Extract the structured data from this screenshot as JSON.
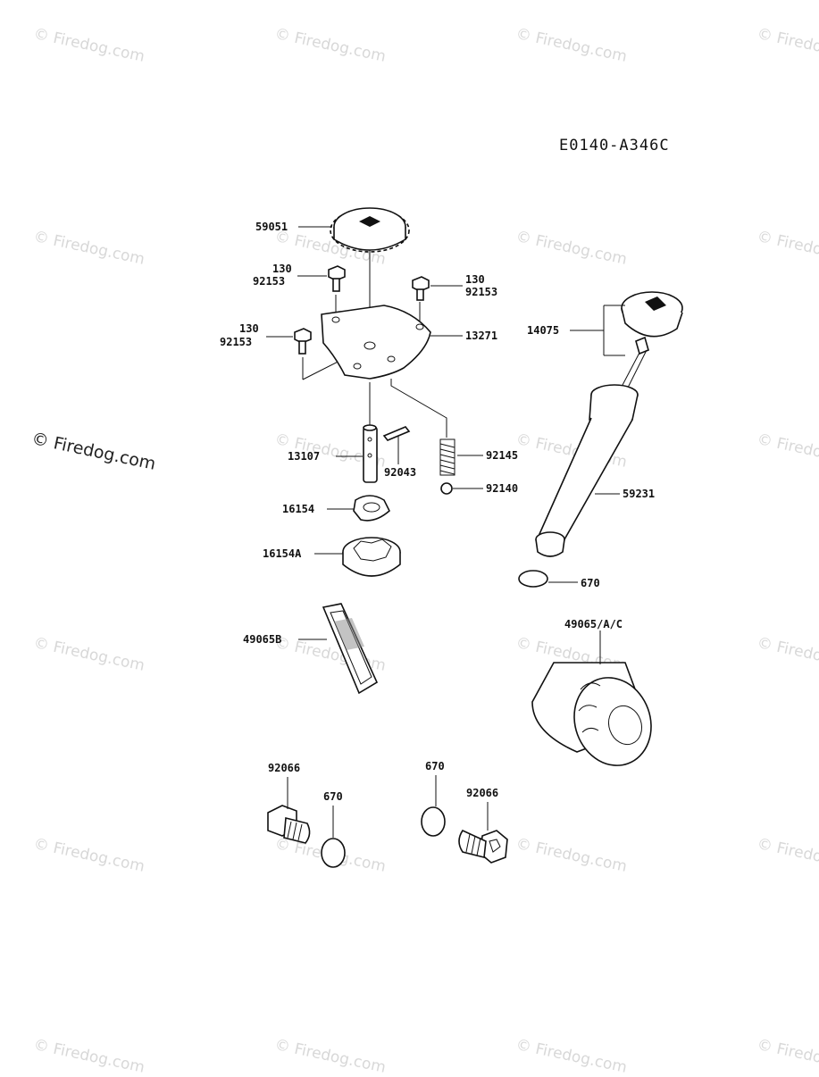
{
  "diagram_code": "E0140-A346C",
  "watermark": "© Firedog.com",
  "parts": {
    "gear": "59051",
    "bolt_top_left_a": "130",
    "bolt_top_left_b": "92153",
    "bolt_top_right_a": "130",
    "bolt_top_right_b": "92153",
    "bolt_mid_left_a": "130",
    "bolt_mid_left_b": "92153",
    "cover_plate": "13271",
    "dipstick": "14075",
    "shaft": "13107",
    "pin": "92043",
    "spring": "92145",
    "ball": "92140",
    "tube": "59231",
    "inner_rotor": "16154",
    "outer_rotor": "16154A",
    "oring_tube": "670",
    "screen": "49065B",
    "oil_filter": "49065/A/C",
    "plug_left": "92066",
    "oring_left": "670",
    "oring_right": "670",
    "plug_right": "92066"
  }
}
